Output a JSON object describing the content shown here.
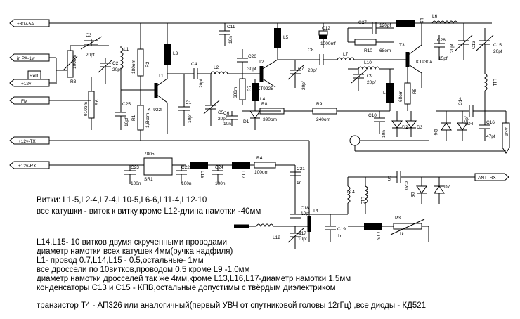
{
  "ports": {
    "p30v": "+30v-5A",
    "pa_in": "in PA-1w",
    "p12v": "+12v",
    "fm": "FM",
    "p12tx": "+12v-TX",
    "p12rx": "+12v-RX",
    "ant": "ANT",
    "ant_rx": "ANT- RX"
  },
  "labels": {
    "rel1": "Rel1",
    "c3": "C3",
    "c3v": "20pf",
    "c2": "C2",
    "c2v": "20pf",
    "r3": "R3",
    "r3v": "100om",
    "r6": "R6",
    "r6v": "910om",
    "l1": "L1",
    "r2": "R2",
    "r2v": "180om",
    "t1": "T1",
    "t1v": "KT922Г",
    "r1": "R1",
    "r1v": "1,6kom",
    "c25": "C25",
    "c25v": "10pf",
    "l3": "L3",
    "c4": "C4",
    "c4v": "20pf",
    "c1": "C1",
    "c1v": "10pf",
    "l2": "L2",
    "c11": "C11",
    "c11v": "10n",
    "c26": "C26",
    "c26v": "30pf",
    "r7": "R7",
    "r7v": "680m",
    "t2": "T2",
    "t2v": "KT922B",
    "c5": "C5",
    "c5v": "20pf",
    "c6": "C6",
    "c6v": "10n",
    "l4": "L4",
    "d1": "D1",
    "l5": "L5",
    "c12": "C12",
    "c12v": "1000mf",
    "c8": "C8",
    "c8v": "20pf",
    "c7": "C7",
    "c7v": "20pf",
    "r8": "R8",
    "r8v": "390om",
    "r9": "R9",
    "r9v": "240om",
    "c27": "C27",
    "c27v": "120pf",
    "r10": "R10",
    "r10v": "68om",
    "l7": "L7",
    "l10": "L10",
    "c9": "C9",
    "c9v": "20pf",
    "l8": "L8",
    "r5": "R5",
    "r5v": "68om",
    "t3": "T3",
    "t3v": "KT930A",
    "c10": "C10",
    "c10v": "10n",
    "d2": "D2",
    "d3": "D3",
    "l9": "L9",
    "l6": "L6",
    "c28": "C28",
    "c28v": "15pf",
    "c13": "C13",
    "c13v": "20pf",
    "c15": "C15",
    "c15v": "20pf",
    "l11": "L11",
    "c14": "C14",
    "c14v": "15pf",
    "d6": "D6",
    "d4": "D4",
    "c16": "C16",
    "c16v": "47pf",
    "reg": "7805",
    "sr1": "SR1",
    "c23": "C23",
    "c23v": "100n",
    "c22": "C22",
    "c22v": "100n",
    "l16": "L16",
    "c24": "C24",
    "c24v": "100n",
    "l17": "L17",
    "r4": "R4",
    "r4v": "100om",
    "c21": "C21",
    "c21v": "1n",
    "c20": "C20",
    "c20v": "1n",
    "d5": "D5",
    "d7": "D7",
    "l14": "L14",
    "l15": "L15",
    "c18": "C18",
    "c18v": "10pf",
    "t4": "T4",
    "l12": "L12",
    "c17": "C17",
    "c17v": "10pf",
    "c19": "C19",
    "c19v": "1n",
    "l13": "L13",
    "p3": "P3",
    "p3v": "1k"
  },
  "notes": [
    "Витки: L1-5,L2-4,L7-4,L10-5,L6-6,L11-4,L12-10",
    "все катушки - виток к витку,кроме L12-длина намотки -40мм",
    "L14,L15- 10 витков двумя скрученными проводами",
    "диаметр намотки всех катушек 4мм(ручка надфиля)",
    "L1- провод 0.7,L14,L15 - 0.5,остальные- 1мм",
    "все дроссели по 10витков,проводом 0.5 кроме L9 -1.0мм",
    "диаметр намотки дросселей так же 4мм,кроме L13,L16,L17-диаметр намотки 1.5мм",
    "конденсаторы C13 и C15 - КПВ,остальные допустимы с твёрдым диэлектриком",
    "транзистор T4 - АП326 или аналогичный(первый УВЧ от спутниковой головы 12гГц) ,все диоды - КД521"
  ]
}
